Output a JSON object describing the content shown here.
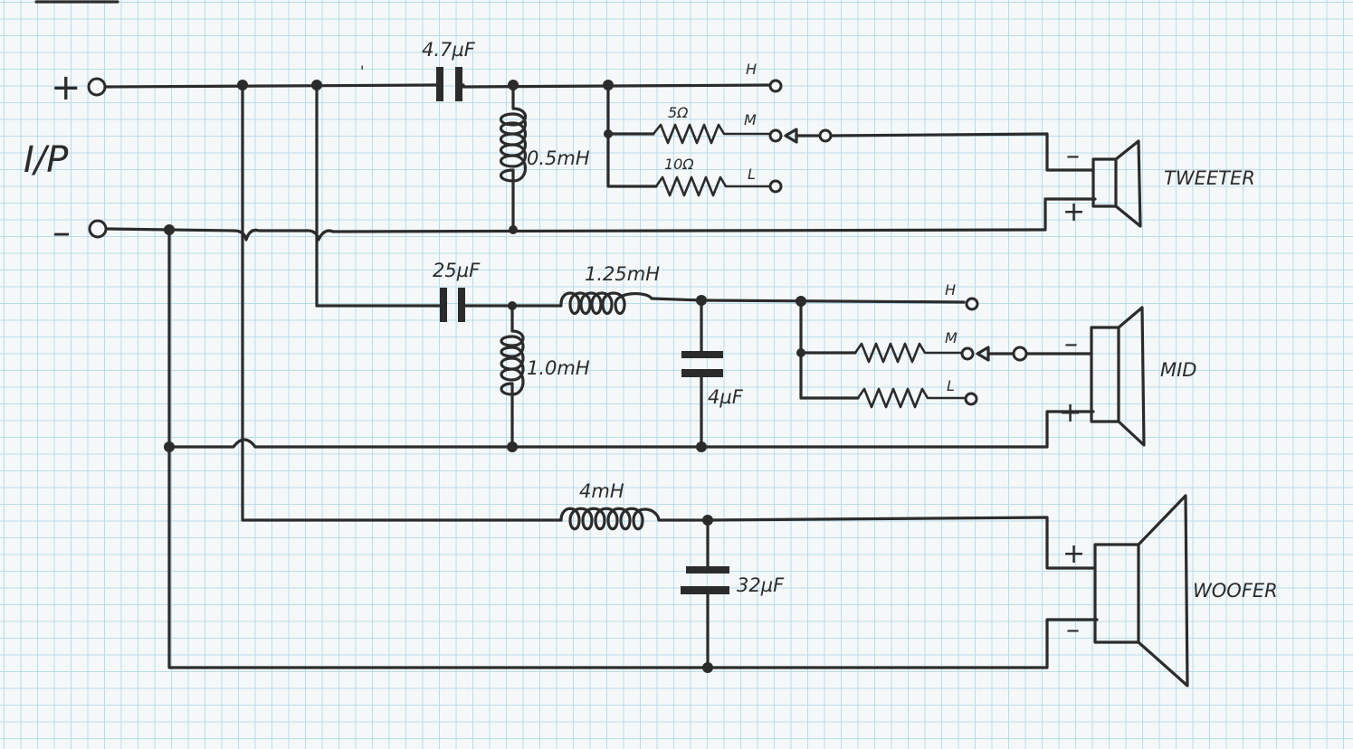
{
  "input": {
    "label": "I/P",
    "plus": "+",
    "minus": "–"
  },
  "tweeter": {
    "name": "TWEETER",
    "cap": "4.7µF",
    "inductor": "0.5mH",
    "res_m": "5Ω",
    "res_l": "10Ω",
    "tap_h": "H",
    "tap_m": "M",
    "tap_l": "L",
    "minus": "–",
    "plus": "+"
  },
  "mid": {
    "name": "MID",
    "cap": "25µF",
    "series_inductor": "1.25mH",
    "shunt_inductor": "1.0mH",
    "shunt_cap": "4µF",
    "tap_h": "H",
    "tap_m": "M",
    "tap_l": "L",
    "minus": "–",
    "plus": "+"
  },
  "woofer": {
    "name": "WOOFER",
    "inductor": "4mH",
    "cap": "32µF",
    "plus": "+",
    "minus": "–"
  },
  "colors": {
    "ink": "#2b2b2b",
    "grid": "#b9dcea",
    "paper": "#f5f8f8"
  }
}
